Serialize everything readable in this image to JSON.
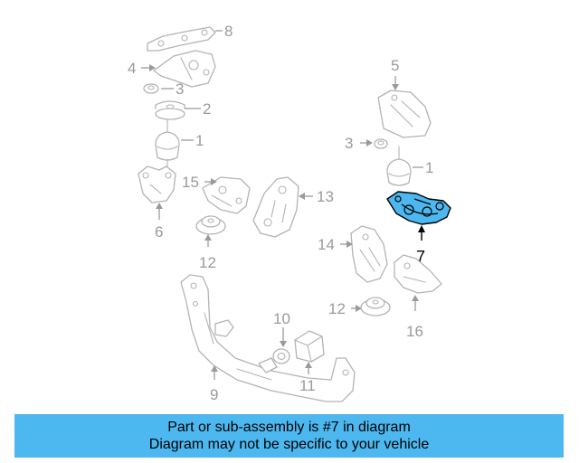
{
  "diagram": {
    "highlighted_part": "7",
    "highlight_color": "#4db8f0",
    "part_color": "#b3b3b3",
    "callouts": {
      "c8": "8",
      "c4": "4",
      "c3a": "3",
      "c2": "2",
      "c1a": "1",
      "c15": "15",
      "c6": "6",
      "c13": "13",
      "c12a": "12",
      "c5": "5",
      "c3b": "3",
      "c1b": "1",
      "c7": "7",
      "c14": "14",
      "c12b": "12",
      "c16": "16",
      "c10": "10",
      "c11": "11",
      "c9": "9"
    }
  },
  "banner": {
    "line1": "Part or sub-assembly is #7 in diagram",
    "line2": "Diagram may not be specific to your vehicle",
    "color": "#4db8f0"
  }
}
